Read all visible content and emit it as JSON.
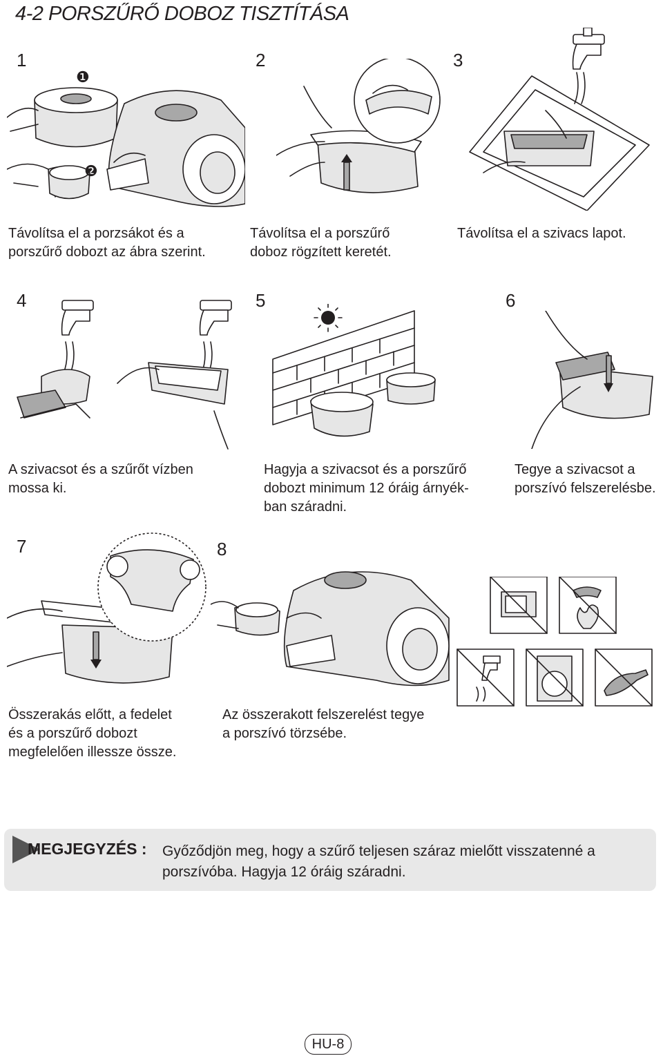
{
  "page_title": "4-2 PORSZŰRŐ DOBOZ TISZTÍTÁSA",
  "steps": [
    {
      "number": "1",
      "caption": "Távolítsa el a porzsákot és a\nporszűrő dobozt az ábra szerint.",
      "markers": [
        "❶",
        "❷"
      ]
    },
    {
      "number": "2",
      "caption": "Távolítsa el a porszűrő\ndoboz rögzített keretét."
    },
    {
      "number": "3",
      "caption": "Távolítsa el a szivacs lapot."
    },
    {
      "number": "4",
      "caption": "A szivacsot és a szűrőt vízben\nmossa ki."
    },
    {
      "number": "5",
      "caption": "Hagyja a szivacsot és a porszűrő\ndobozt minimum 12 óráig árnyék-\nban száradni."
    },
    {
      "number": "6",
      "caption": "Tegye a szivacsot a\nporszívó felszerelésbe."
    },
    {
      "number": "7",
      "caption": "Összerakás előtt, a fedelet\nés a porszűrő dobozt\nmegfelelően illessze össze."
    },
    {
      "number": "8",
      "caption": "Az összerakott felszerelést tegye\na porszívó törzsébe."
    }
  ],
  "icons": [
    "microwave-prohibited-icon",
    "fire-prohibited-icon",
    "hot-water-prohibited-icon",
    "washing-machine-prohibited-icon",
    "brush-prohibited-icon",
    "faucet-icon",
    "sun-icon"
  ],
  "note": {
    "label": "MEGJEGYZÉS :",
    "text": "Győződjön meg, hogy a szűrő teljesen száraz mielőtt visszatenné a porszívóba. Hagyja 12 óráig száradni."
  },
  "page_number": "HU-8",
  "colors": {
    "text": "#231f20",
    "note_bg": "#e8e8e8",
    "illustration_fill": "#e6e6e6"
  }
}
